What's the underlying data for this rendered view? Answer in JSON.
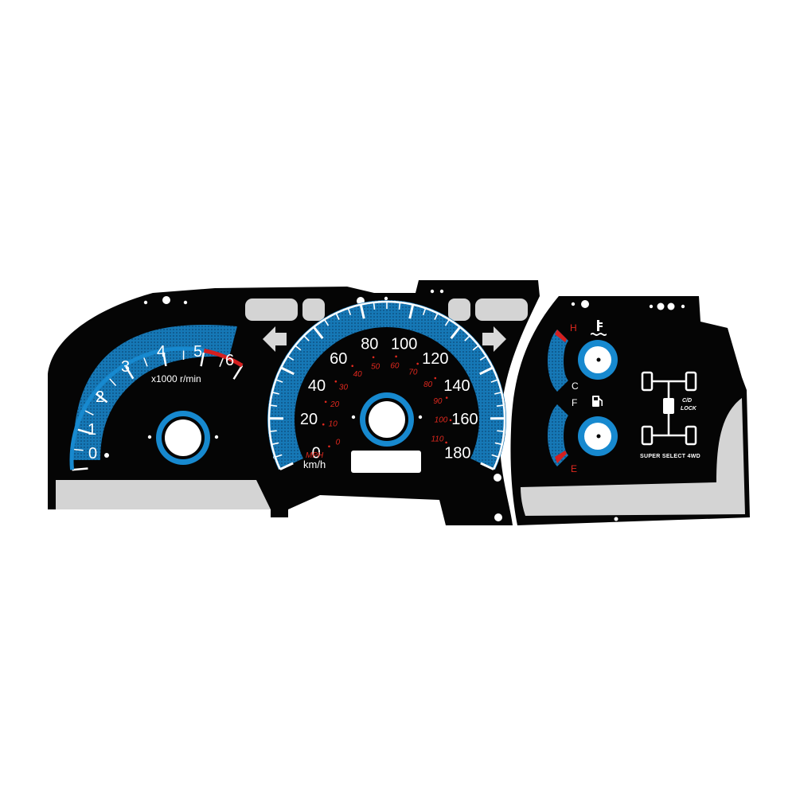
{
  "tachometer": {
    "unit_label": "x1000 r/min",
    "ticks": [
      "0",
      "1",
      "2",
      "3",
      "4",
      "5",
      "6"
    ],
    "max": 6,
    "redline_start": 5
  },
  "speedometer": {
    "kmh_ticks": [
      "0",
      "20",
      "40",
      "60",
      "80",
      "100",
      "120",
      "140",
      "160",
      "180"
    ],
    "mph_ticks": [
      "0",
      "10",
      "20",
      "30",
      "40",
      "50",
      "60",
      "70",
      "80",
      "90",
      "100",
      "110"
    ],
    "mph_label": "MPH",
    "kmh_label": "km/h"
  },
  "temperature": {
    "high_label": "H",
    "low_label": "C",
    "icon": "coolant-temperature-icon"
  },
  "fuel": {
    "full_label": "F",
    "empty_label": "E",
    "icon": "fuel-pump-icon"
  },
  "drivetrain": {
    "lock_label_1": "C/D",
    "lock_label_2": "LOCK",
    "mode_label": "SUPER SELECT 4WD",
    "icon": "4wd-drivetrain-icon"
  },
  "indicators": {
    "left": "left-turn-arrow-icon",
    "right": "right-turn-arrow-icon"
  },
  "colors": {
    "face": "#050505",
    "accent_blue": "#1789cf",
    "dark_blue": "#0d4d7a",
    "warning_red": "#d61f1f",
    "panel_gray": "#d4d4d4"
  }
}
